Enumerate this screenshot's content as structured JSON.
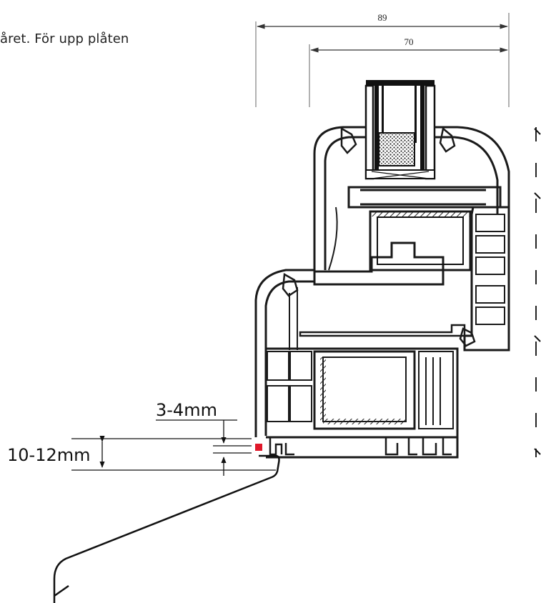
{
  "caption_text": "året. För upp plåten",
  "dimensions": {
    "outer_width": "89",
    "inner_width": "70"
  },
  "annotations": {
    "gap_label": "3-4mm",
    "height_label": "10-12mm"
  },
  "colors": {
    "line": "#111111",
    "seal_marker": "#e0182a",
    "dimension_line": "#333333",
    "profile_outline": "#1a1a1a"
  }
}
